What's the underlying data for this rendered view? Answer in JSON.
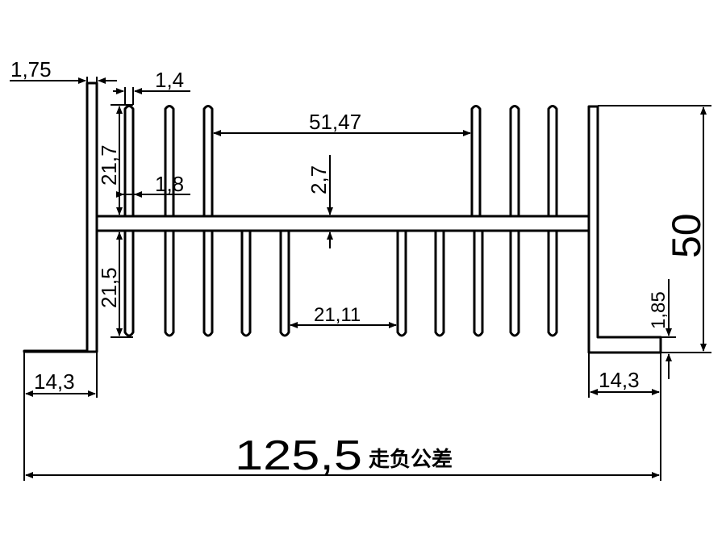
{
  "drawing": {
    "dims": {
      "base_thickness": "1,75",
      "fin_thickness": "1,4",
      "fin_root": "1,8",
      "upper_fin_height": "21,7",
      "lower_fin_height": "21,5",
      "upper_gap": "51,47",
      "base_plate": "2,7",
      "lower_gap": "21,11",
      "height": "50",
      "foot_thickness": "1,85",
      "left_flange": "14,3",
      "right_flange": "14,3",
      "overall_width": "125,5"
    },
    "tolerance_note": "走负公差"
  }
}
